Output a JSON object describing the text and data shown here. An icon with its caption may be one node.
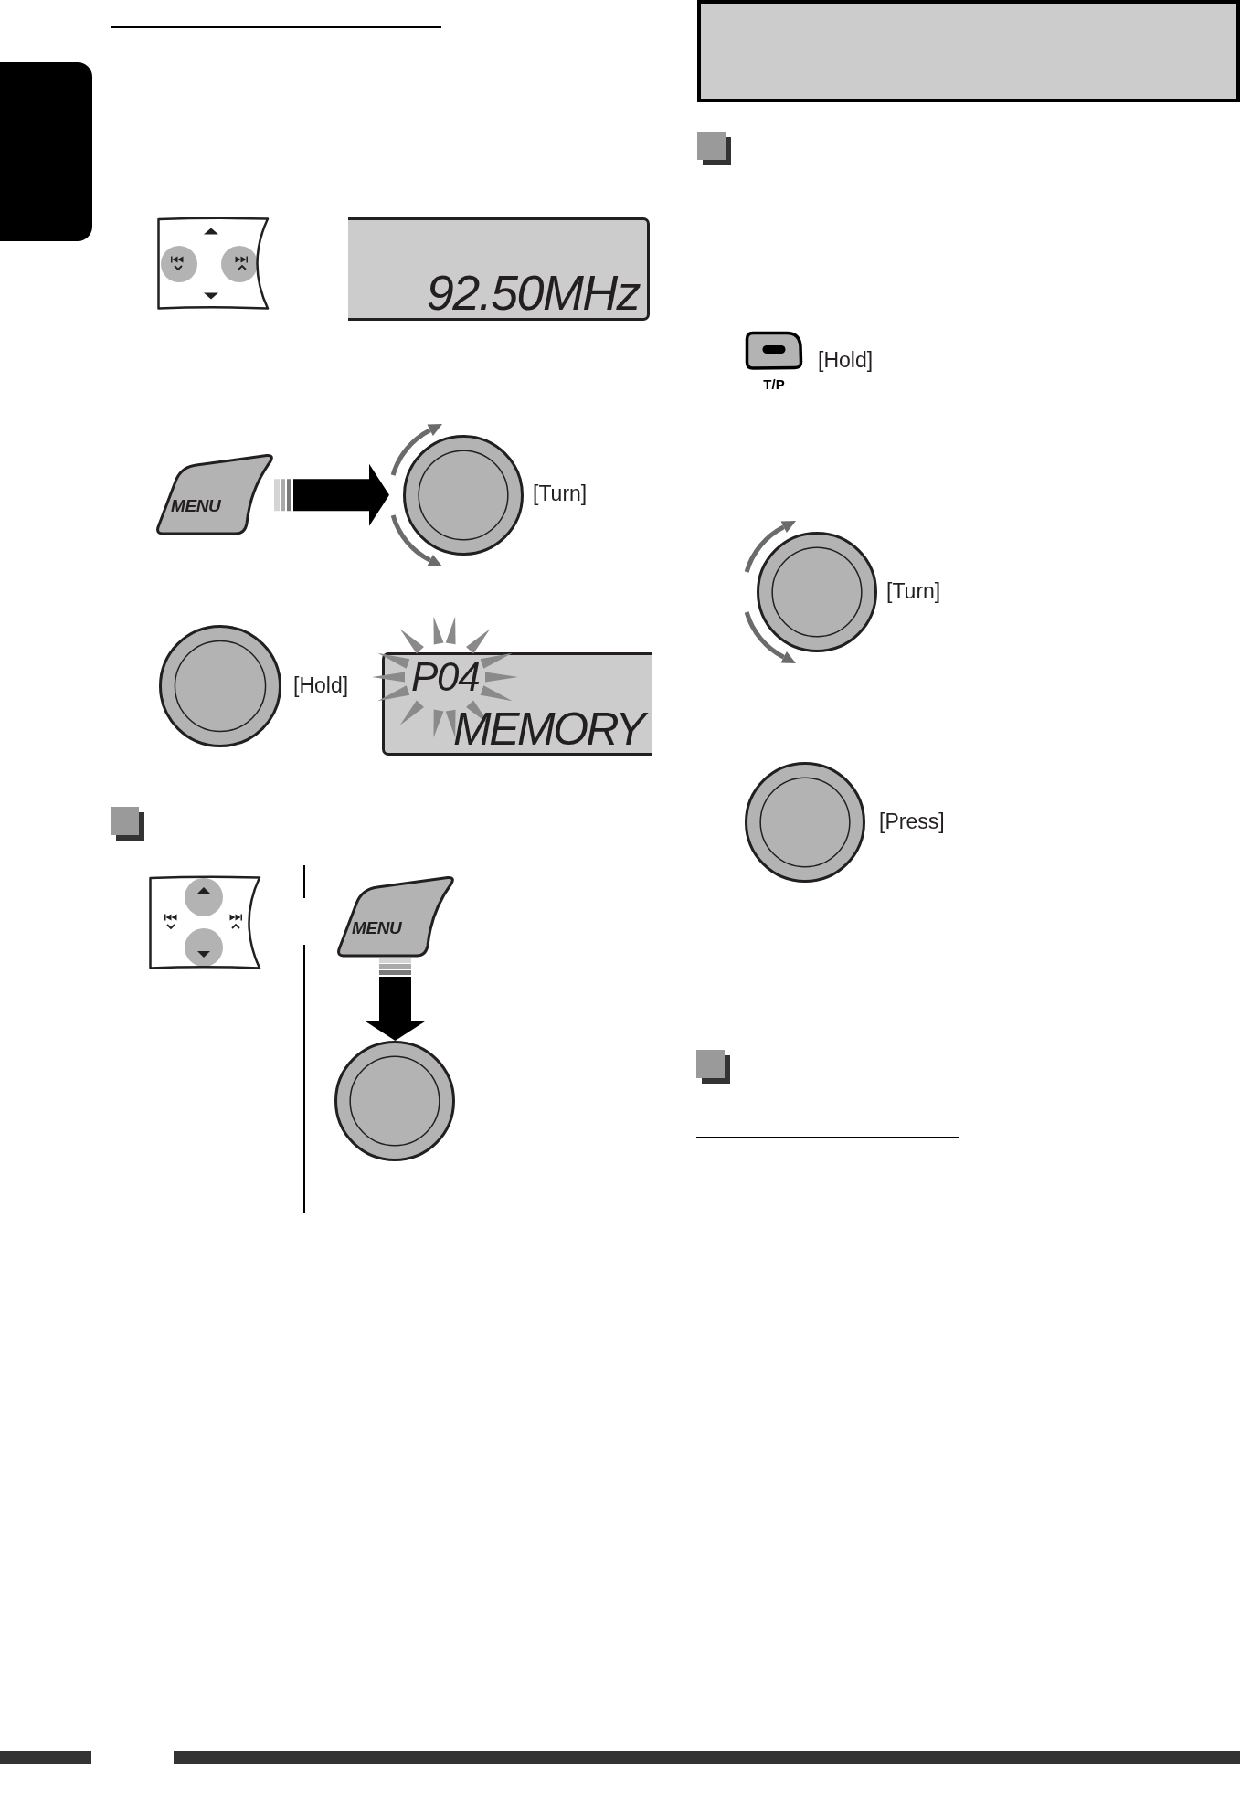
{
  "diagram": {
    "nodes": [
      {
        "text": [
          "92.50MHz"
        ]
      },
      {
        "text": [
          "MENU"
        ]
      },
      {
        "text": [],
        "shape": "circle",
        "beside": [
          "[Turn]"
        ]
      },
      {
        "text": [],
        "shape": "circle",
        "beside": [
          "[Hold]"
        ]
      },
      {
        "text": [
          "P04",
          "MEMORY"
        ]
      },
      {
        "text": [
          "MENU"
        ]
      },
      {
        "text": [],
        "shape": "circle"
      },
      {
        "text": [
          "T/P"
        ],
        "beside": [
          "[Hold]"
        ]
      },
      {
        "text": [],
        "shape": "circle",
        "beside": [
          "[Turn]"
        ]
      },
      {
        "text": [],
        "shape": "circle",
        "beside": [
          "[Press]"
        ]
      }
    ],
    "edges": [
      {
        "from": 1,
        "to": 2,
        "arrow": "to",
        "style": "thick"
      },
      {
        "from": 5,
        "to": 6,
        "arrow": "to",
        "style": "thick"
      }
    ]
  }
}
